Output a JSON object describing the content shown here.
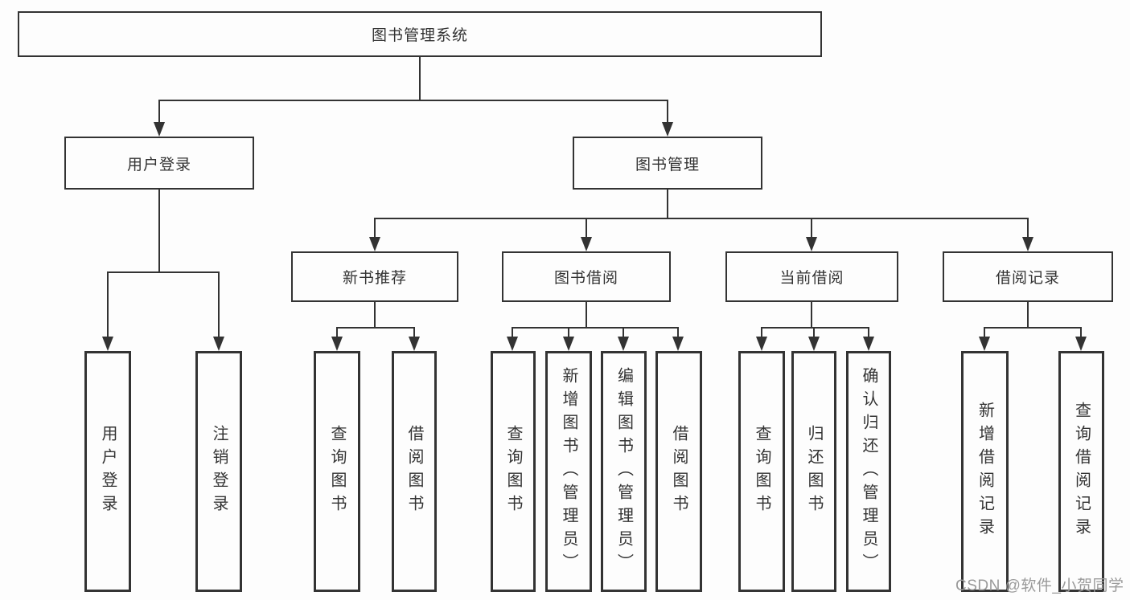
{
  "tree": {
    "root": "图书管理系统",
    "branches": [
      {
        "label": "用户登录",
        "leaves": [
          "用户登录",
          "注销登录"
        ]
      },
      {
        "label": "图书管理",
        "groups": [
          {
            "label": "新书推荐",
            "leaves": [
              "查询图书",
              "借阅图书"
            ]
          },
          {
            "label": "图书借阅",
            "leaves": [
              "查询图书",
              "新增图书（管理员）",
              "编辑图书（管理员）",
              "借阅图书"
            ]
          },
          {
            "label": "当前借阅",
            "leaves": [
              "查询图书",
              "归还图书",
              "确认归还（管理员）"
            ]
          },
          {
            "label": "借阅记录",
            "leaves": [
              "新增借阅记录",
              "查询借阅记录"
            ]
          }
        ]
      }
    ]
  },
  "watermark": "CSDN @软件_小贺同学",
  "colors": {
    "line": "#333333",
    "text": "#333333",
    "watermark": "#9a9a9a",
    "background": "#fdfdfd"
  }
}
